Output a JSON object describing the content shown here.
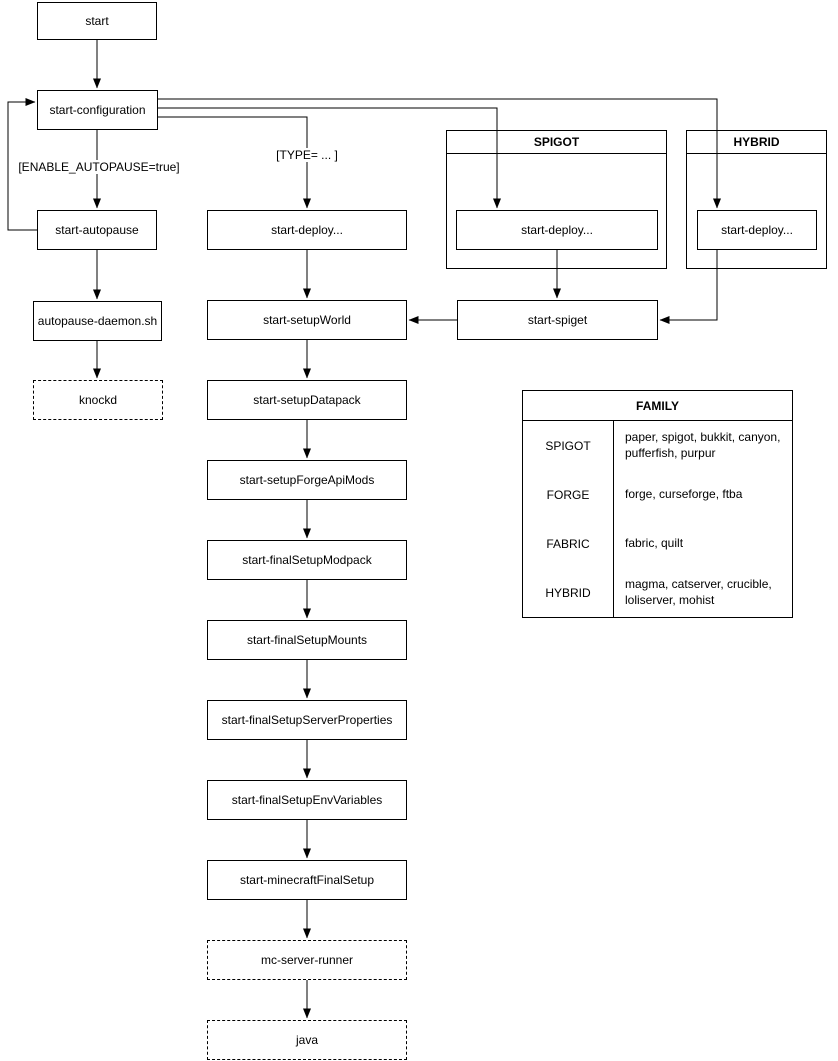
{
  "diagram": {
    "nodes": {
      "start": {
        "label": "start"
      },
      "start_configuration": {
        "label": "start-configuration"
      },
      "start_autopause": {
        "label": "start-autopause"
      },
      "autopause_daemon": {
        "label": "autopause-daemon.sh"
      },
      "knockd": {
        "label": "knockd"
      },
      "deploy_main": {
        "label": "start-deploy..."
      },
      "deploy_spigot": {
        "label": "start-deploy..."
      },
      "deploy_hybrid": {
        "label": "start-deploy..."
      },
      "start_spiget": {
        "label": "start-spiget"
      },
      "setup_world": {
        "label": "start-setupWorld"
      },
      "setup_datapack": {
        "label": "start-setupDatapack"
      },
      "setup_forge_api_mods": {
        "label": "start-setupForgeApiMods"
      },
      "final_setup_modpack": {
        "label": "start-finalSetupModpack"
      },
      "final_setup_mounts": {
        "label": "start-finalSetupMounts"
      },
      "final_setup_server_properties": {
        "label": "start-finalSetupServerProperties"
      },
      "final_setup_env_variables": {
        "label": "start-finalSetupEnvVariables"
      },
      "minecraft_final_setup": {
        "label": "start-minecraftFinalSetup"
      },
      "mc_server_runner": {
        "label": "mc-server-runner"
      },
      "java": {
        "label": "java"
      }
    },
    "containers": {
      "spigot": {
        "label": "SPIGOT"
      },
      "hybrid": {
        "label": "HYBRID"
      }
    },
    "edge_labels": {
      "enable_autopause": "[ENABLE_AUTOPAUSE=true]",
      "type_condition": "[TYPE= ... ]"
    },
    "colors": {
      "line": "#000000",
      "box_fill": "#ffffff",
      "text": "#000000",
      "background": "#ffffff"
    }
  },
  "family_table": {
    "title": "FAMILY",
    "rows": [
      {
        "family": "SPIGOT",
        "servers": "paper, spigot, bukkit, canyon, pufferfish, purpur"
      },
      {
        "family": "FORGE",
        "servers": "forge, curseforge, ftba"
      },
      {
        "family": "FABRIC",
        "servers": "fabric, quilt"
      },
      {
        "family": "HYBRID",
        "servers": "magma, catserver, crucible, loliserver, mohist"
      }
    ]
  }
}
